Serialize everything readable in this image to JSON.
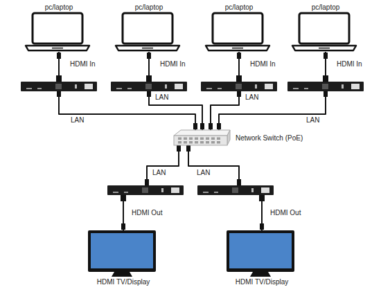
{
  "diagram": {
    "nodes": [
      {
        "text": [
          "pc/laptop"
        ]
      },
      {
        "text": [
          "pc/laptop"
        ]
      },
      {
        "text": [
          "pc/laptop"
        ]
      },
      {
        "text": [
          "pc/laptop"
        ]
      },
      {
        "text": [
          "Network Switch (PoE)"
        ]
      },
      {
        "text": [
          "HDMI TV/Display"
        ]
      },
      {
        "text": [
          "HDMI TV/Display"
        ]
      }
    ],
    "edges": [
      {
        "from": 0,
        "to": 4,
        "arrow": "none",
        "label": "LAN"
      },
      {
        "from": 1,
        "to": 4,
        "arrow": "none",
        "label": "LAN"
      },
      {
        "from": 2,
        "to": 4,
        "arrow": "none",
        "label": "LAN"
      },
      {
        "from": 3,
        "to": 4,
        "arrow": "none",
        "label": "LAN"
      },
      {
        "from": 4,
        "to": 5,
        "arrow": "none",
        "label": "LAN"
      },
      {
        "from": 4,
        "to": 6,
        "arrow": "none",
        "label": "LAN"
      }
    ],
    "labels": [
      "HDMI In",
      "HDMI In",
      "HDMI In",
      "HDMI In",
      "HDMI Out",
      "HDMI Out"
    ]
  }
}
